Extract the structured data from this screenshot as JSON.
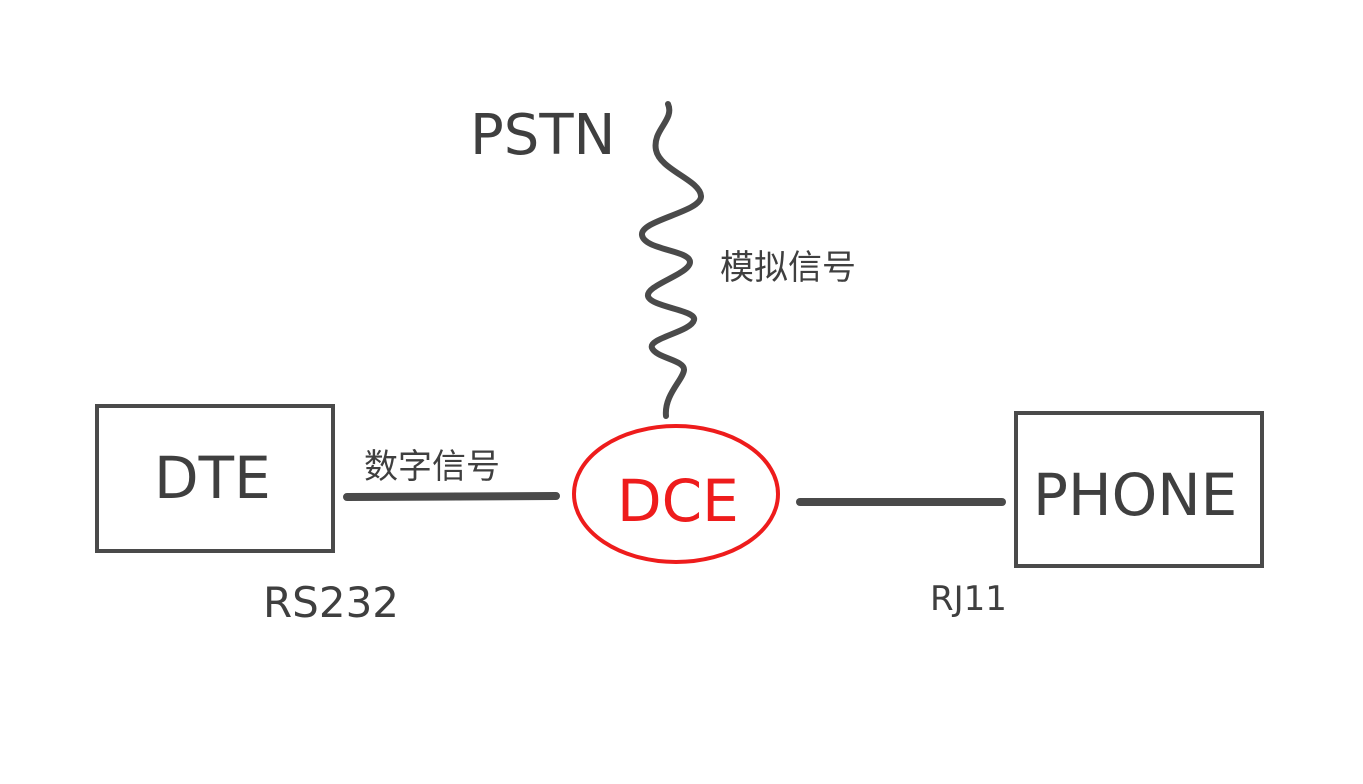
{
  "nodes": {
    "dte": {
      "label": "DTE"
    },
    "dce": {
      "label": "DCE"
    },
    "phone": {
      "label": "PHONE"
    }
  },
  "labels": {
    "pstn": "PSTN",
    "analog_signal": "模拟信号",
    "digital_signal": "数字信号",
    "rs232": "RS232",
    "rj11": "RJ11"
  },
  "colors": {
    "line": "#4a4a4a",
    "text": "#3f3f3f",
    "dce_accent": "#ee1c1c",
    "background": "#ffffff"
  }
}
